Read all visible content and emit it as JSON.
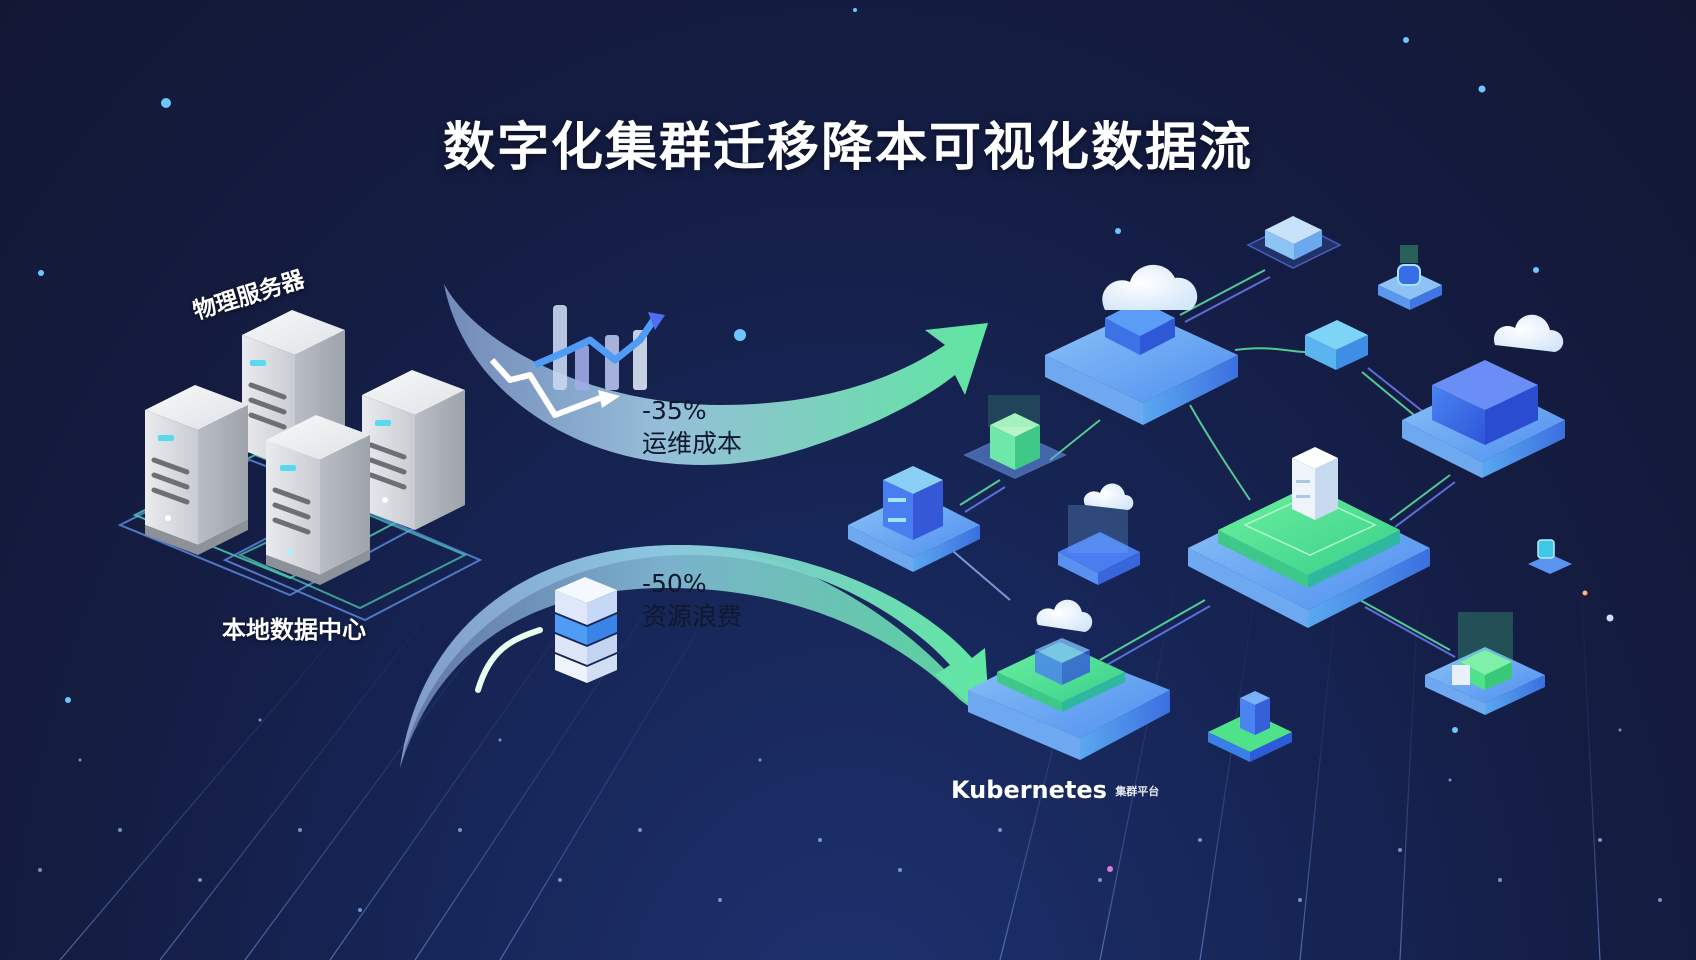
{
  "title": "数字化集群迁移降本可视化数据流",
  "left": {
    "server_label": "物理服务器",
    "datacenter_label": "本地数据中心",
    "server_count": 4
  },
  "flows": [
    {
      "value": "-35%",
      "label": "运维成本",
      "icon": "trend-chart-icon"
    },
    {
      "value": "-50%",
      "label": "资源浪费",
      "icon": "server-stack-icon"
    }
  ],
  "right": {
    "cluster_label": "Kubernetes",
    "cluster_suffix": "集群平台",
    "nodes": [
      "cloud-node",
      "container-node",
      "database-node",
      "main-platform-node",
      "cloud-container-node",
      "monitor-node",
      "cache-node"
    ]
  },
  "colors": {
    "background": "#141a38",
    "arrow_start": "#a8c4e8",
    "arrow_end": "#5fe6a0",
    "node_blue": "#6ba8f0",
    "node_green": "#4fe28a",
    "server_gray": "#d6d9de"
  }
}
